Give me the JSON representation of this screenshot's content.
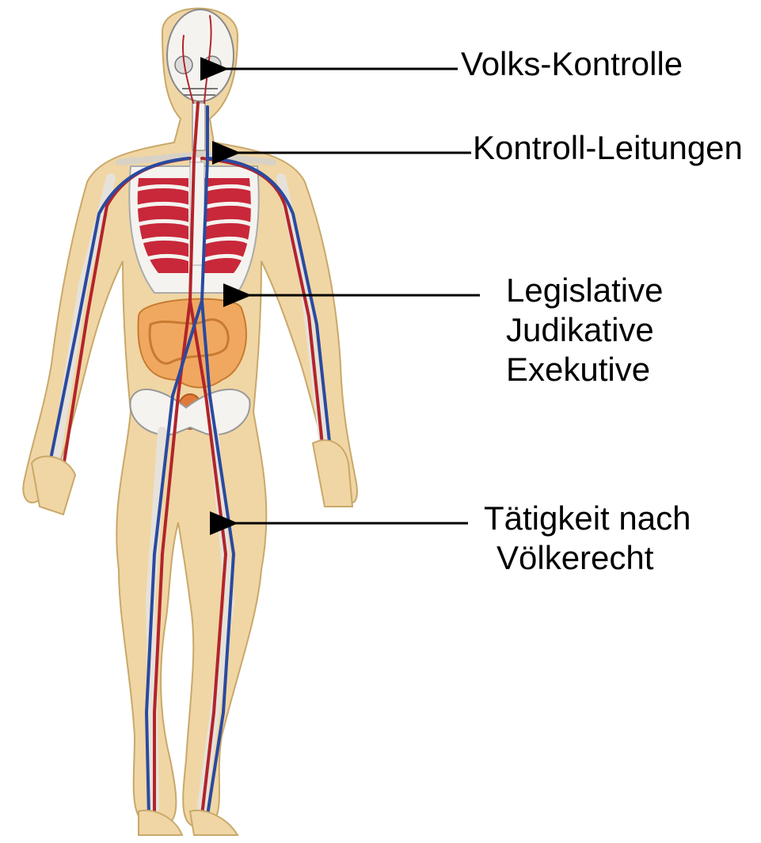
{
  "annotations": {
    "volks": {
      "lines": [
        "Volks-Kontrolle"
      ]
    },
    "kontroll": {
      "lines": [
        "Kontroll-Leitungen"
      ]
    },
    "gewalten": {
      "lines": [
        "Legislative",
        "Judikative",
        "Exekutive"
      ]
    },
    "taetigkeit": {
      "lines": [
        "Tätigkeit nach",
        "Völkerecht"
      ]
    }
  },
  "colors": {
    "skin": "#f0d6a4",
    "bone": "#f5f3ef",
    "artery": "#b2242a",
    "vein": "#2a4aa0",
    "lung": "#c8283a",
    "intestine": "#f0a860",
    "text": "#000000"
  }
}
